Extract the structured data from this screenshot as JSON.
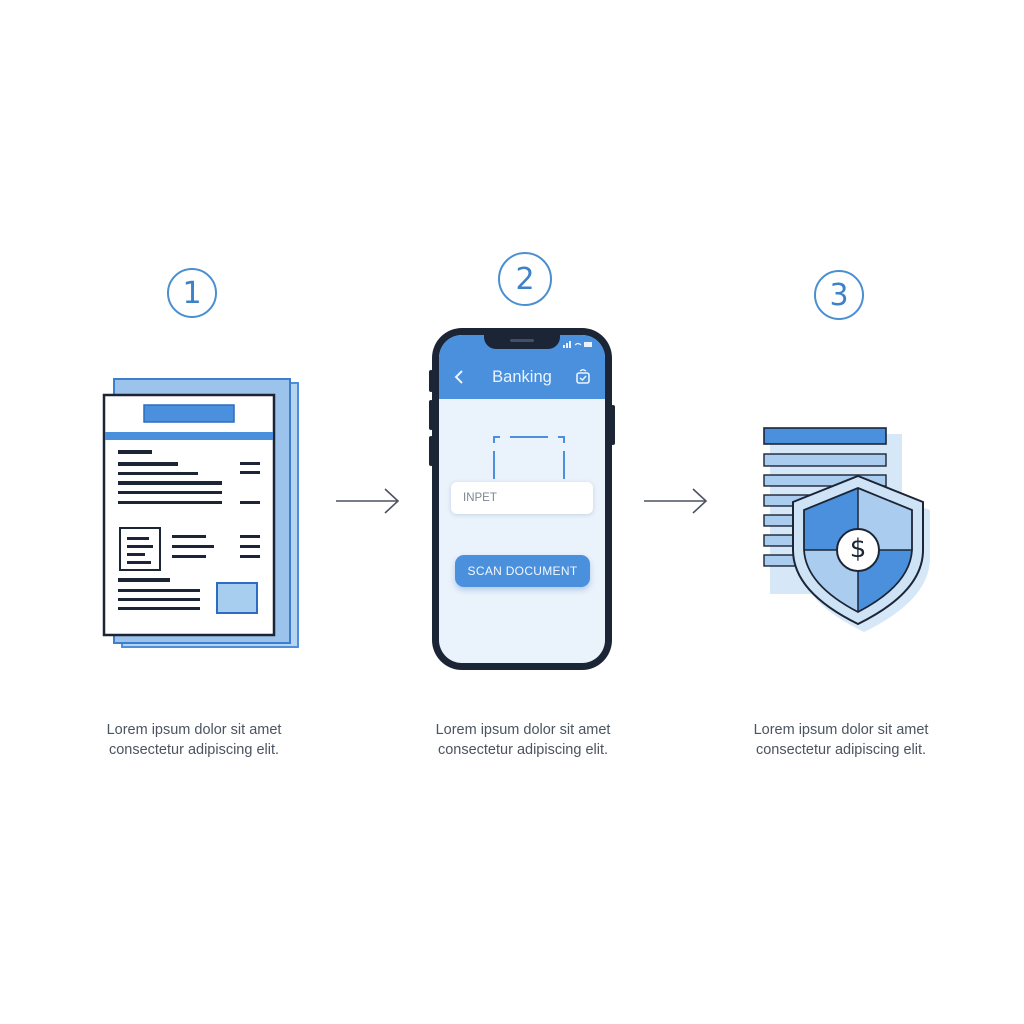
{
  "steps": [
    {
      "number": "1",
      "caption_line1": "Lorem ipsum dolor sit amet",
      "caption_line2": "consectetur adipiscing elit."
    },
    {
      "number": "2",
      "caption_line1": "Lorem ipsum dolor sit amet",
      "caption_line2": "consectetur adipiscing elit."
    },
    {
      "number": "3",
      "caption_line1": "Lorem ipsum dolor sit amet",
      "caption_line2": "consectetur adipiscing elit."
    }
  ],
  "phone": {
    "app_title": "Banking",
    "input_placeholder": "INPET",
    "scan_button_label": "SCAN DOCUMENT"
  },
  "shield": {
    "currency_symbol": "$"
  },
  "icons": {
    "step1": "document-icon",
    "step2": "smartphone-icon",
    "step3": "secure-money-shield-icon",
    "arrow": "arrow-right-icon"
  },
  "colors": {
    "accent": "#4a90dd",
    "accent_light": "#aed0f0",
    "outline": "#1c2535",
    "text": "#4b5460"
  }
}
